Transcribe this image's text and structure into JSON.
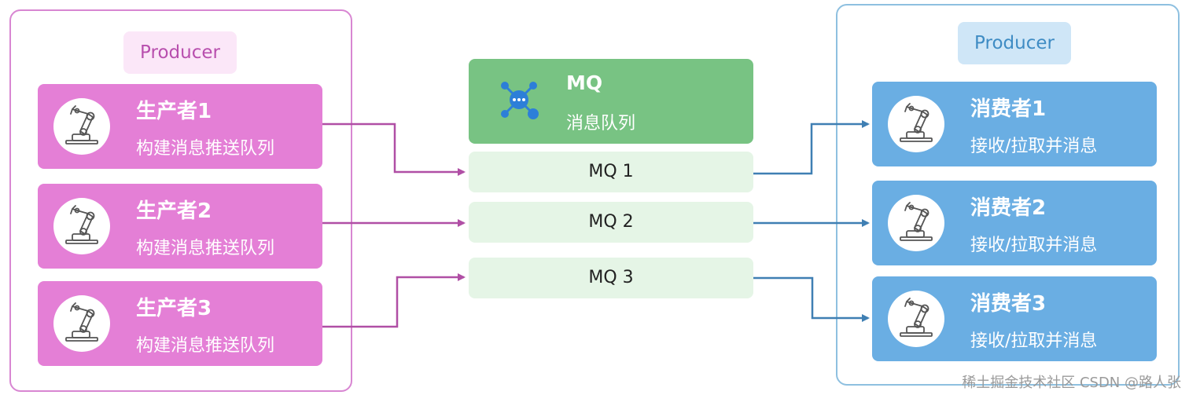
{
  "producer_group": {
    "label": "Producer",
    "cards": [
      {
        "title": "生产者1",
        "subtitle": "构建消息推送队列"
      },
      {
        "title": "生产者2",
        "subtitle": "构建消息推送队列"
      },
      {
        "title": "生产者3",
        "subtitle": "构建消息推送队列"
      }
    ]
  },
  "mq": {
    "title": "MQ",
    "subtitle": "消息队列",
    "icon": "network-hub-icon",
    "queues": [
      "MQ 1",
      "MQ 2",
      "MQ 3"
    ]
  },
  "consumer_group": {
    "label": "Producer",
    "cards": [
      {
        "title": "消费者1",
        "subtitle": "接收/拉取并消息"
      },
      {
        "title": "消费者2",
        "subtitle": "接收/拉取并消息"
      },
      {
        "title": "消费者3",
        "subtitle": "接收/拉取并消息"
      }
    ]
  },
  "card_icon": "robot-arm-icon",
  "watermark": "稀土掘金技术社区 CSDN @路人张",
  "colors": {
    "producer": "#e47fd6",
    "consumer": "#6aaee3",
    "mq": "#78c383",
    "queue": "#e5f5e6",
    "producer_arrow": "#b04fa5",
    "consumer_arrow": "#3f7fb3"
  }
}
